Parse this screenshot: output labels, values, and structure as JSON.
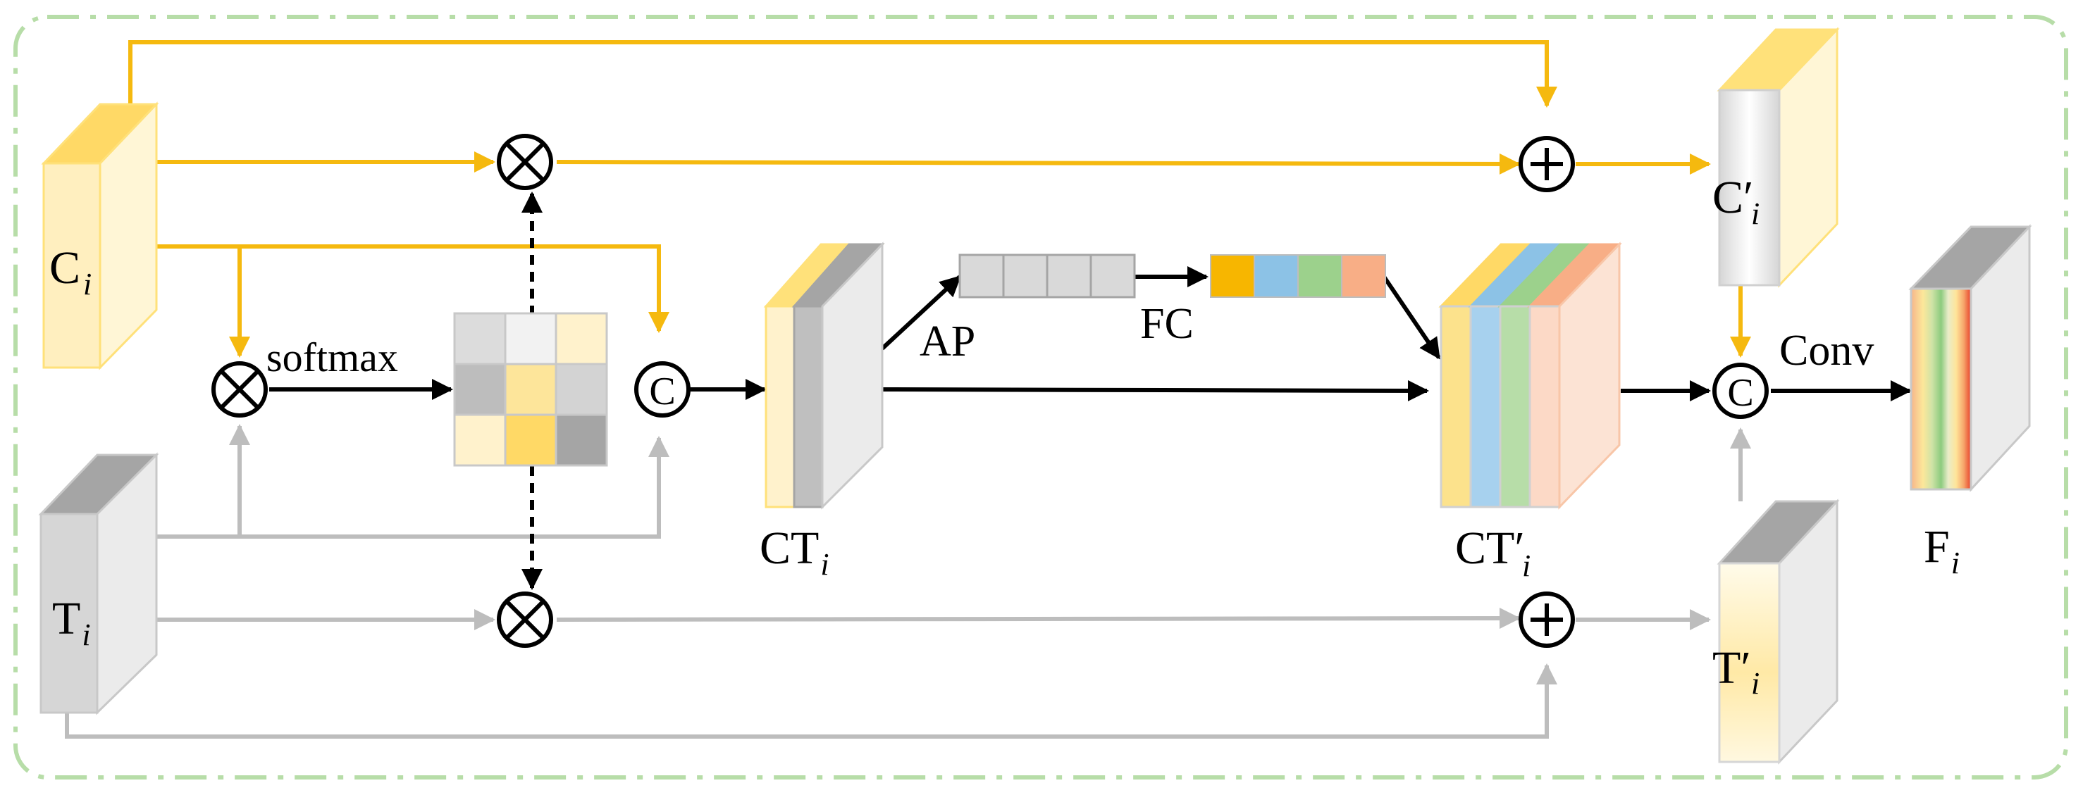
{
  "labels": {
    "ci_main": "C",
    "ci_sub": "i",
    "ti_main": "T",
    "ti_sub": "i",
    "ct_main": "CT",
    "ct_sub": "i",
    "ctp_main": "CT′",
    "ctp_sub": "i",
    "cip_main": "C′",
    "cip_sub": "i",
    "tip_main": "T′",
    "tip_sub": "i",
    "fi_main": "F",
    "fi_sub": "i",
    "softmax": "softmax",
    "ap": "AP",
    "fc": "FC",
    "conv": "Conv",
    "concat_symbol": "C"
  },
  "colors": {
    "orange_arrow": "#F5B90F",
    "gray_arrow": "#BDBDBD",
    "black": "#000000",
    "border_dash": "#B7DDA8",
    "fc_cells": [
      "#F7B600",
      "#8CC2E6",
      "#9CD18C",
      "#F8AE86"
    ],
    "ctp_layers": [
      "#FCE28C",
      "#A7D1EE",
      "#B7DDA8",
      "#FCD9C6"
    ],
    "attention_grid": [
      "#DCDCDC",
      "#F2F2F2",
      "#FFF2CC",
      "#BDBDBD",
      "#FDE59A",
      "#D3D3D3",
      "#FFF2CC",
      "#FFD966",
      "#A5A5A5"
    ]
  }
}
